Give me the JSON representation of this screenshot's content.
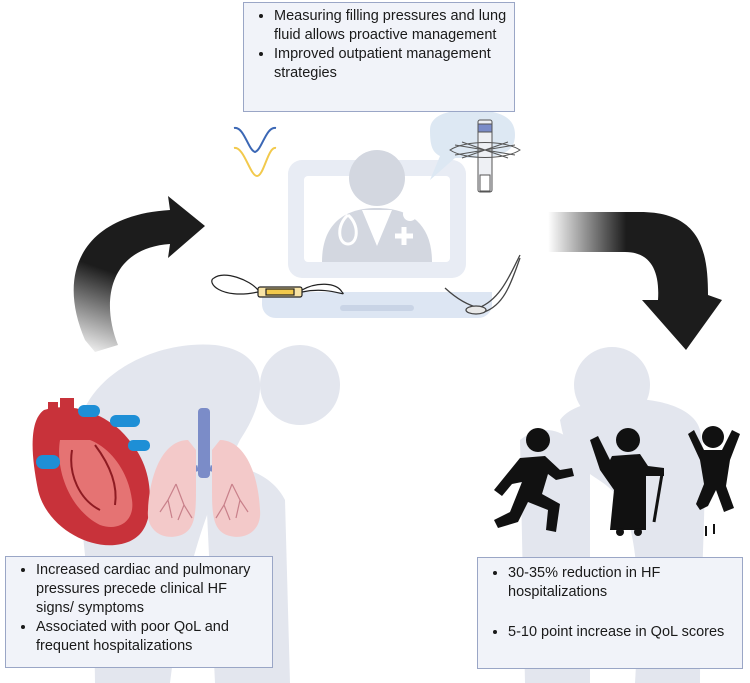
{
  "top_box": {
    "bullets": [
      "Measuring filling pressures and lung fluid allows proactive management",
      "Improved outpatient management strategies"
    ]
  },
  "left_box": {
    "bullets": [
      "Increased cardiac and pulmonary pressures precede clinical HF signs/ symptoms",
      "Associated with poor QoL and frequent hospitalizations"
    ]
  },
  "right_box": {
    "bullets": [
      "30-35% reduction in HF hospitalizations",
      "5-10 point increase in QoL scores"
    ]
  },
  "colors": {
    "background_figure": "#e3e6ee",
    "laptop": "#e5e9f2",
    "doctor": "#d3d7e0",
    "speech_bubble": "#dde8f3",
    "arrow": "#1c1c1c",
    "box_fill": "#f1f3f9",
    "box_border": "#9aa6c6",
    "heart_red": "#c8323a",
    "heart_blue": "#1e8fd6",
    "lung_pink": "#f3c9c9",
    "trachea": "#7b8cc8",
    "people": "#111111",
    "device_yellow": "#f2c94c",
    "device_blue": "#3b67b5"
  },
  "icons": {
    "doctor": "doctor-on-laptop-icon",
    "heart": "heart-icon",
    "lungs": "lungs-icon",
    "runner": "running-person-icon",
    "elder": "elderly-woman-with-cane-icon",
    "jumper": "jumping-person-icon",
    "cardiomems": "pressure-sensor-icon",
    "lead": "implant-lead-icon",
    "stent": "stent-device-icon",
    "catheter": "catheter-icon",
    "waveform": "pressure-waveform-icon"
  }
}
